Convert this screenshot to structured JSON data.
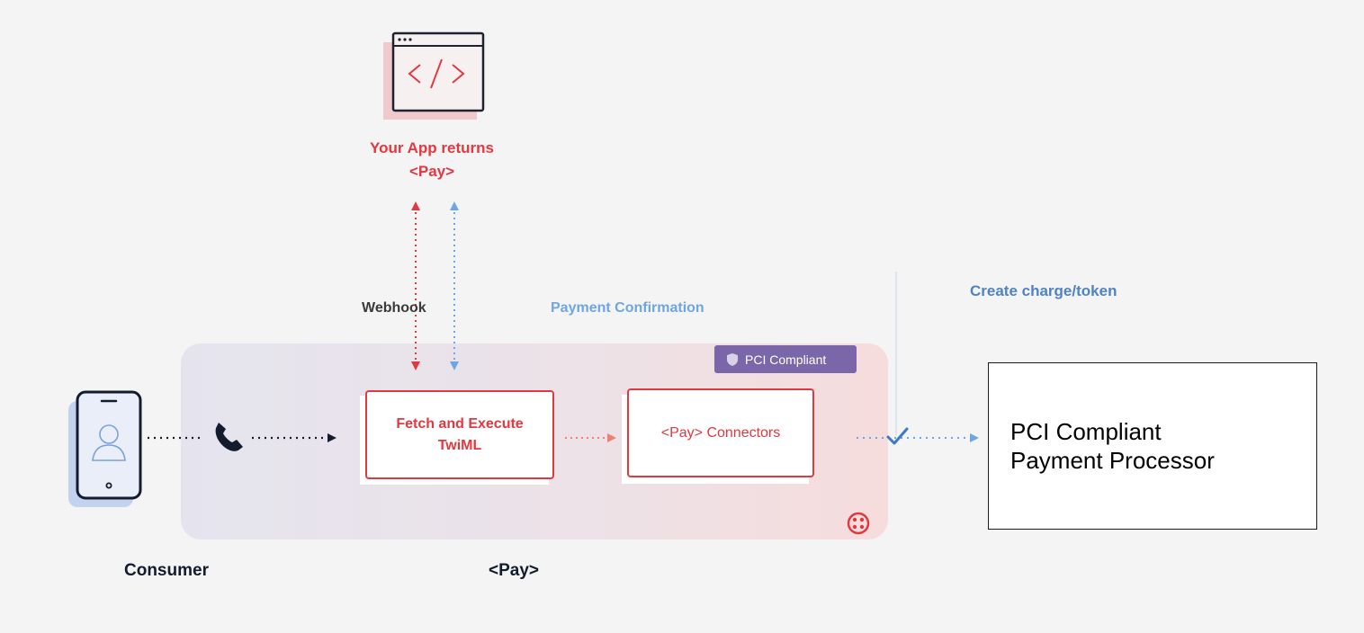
{
  "app": {
    "label_line1": "Your App returns",
    "label_line2": "<Pay>",
    "icon": "code-window-icon"
  },
  "flows": {
    "webhook": "Webhook",
    "payment_confirmation": "Payment Confirmation",
    "create_charge": "Create charge/token"
  },
  "pay_platform": {
    "badge": "PCI Compliant",
    "steps": [
      "Fetch and Execute TwiML",
      "<Pay> Connectors"
    ],
    "label": "<Pay>",
    "brand_icon": "twilio-logo-icon"
  },
  "consumer": {
    "label": "Consumer",
    "icons": [
      "phone-user-icon",
      "phone-handset-icon"
    ]
  },
  "processor": {
    "line1": "PCI Compliant",
    "line2": "Payment Processor"
  },
  "colors": {
    "red": "#e2383f",
    "blue": "#6ea6e3",
    "purple": "#7a66a8",
    "dark": "#121c2d"
  }
}
